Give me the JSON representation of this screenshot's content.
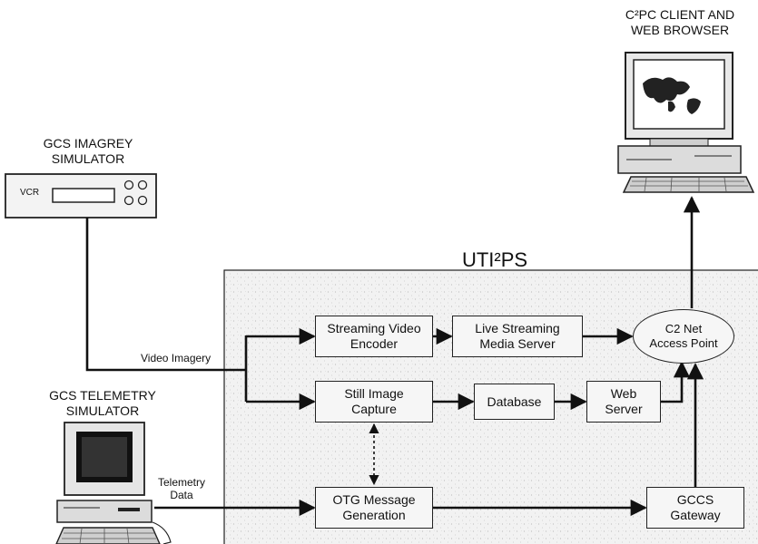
{
  "title": "UTI²PS",
  "colors": {
    "line": "#111111",
    "region_fill": "#f2f2f2",
    "box_fill": "#f6f6f6"
  },
  "devices": {
    "client": {
      "label_line1": "C²PC CLIENT AND",
      "label_line2": "WEB BROWSER",
      "icon": "desktop-computer-icon"
    },
    "imagery_sim": {
      "label_line1": "GCS IMAGREY",
      "label_line2": "SIMULATOR",
      "screen_text": "VCR",
      "icon": "vcr-icon"
    },
    "telemetry_sim": {
      "label_line1": "GCS TELEMETRY",
      "label_line2": "SIMULATOR",
      "icon": "computer-terminal-icon"
    }
  },
  "edge_labels": {
    "video_imagery": "Video Imagery",
    "telemetry_line1": "Telemetry",
    "telemetry_line2": "Data"
  },
  "nodes": {
    "encoder": "Streaming Video\nEncoder",
    "media_server": "Live Streaming\nMedia Server",
    "access_point": "C2 Net\nAccess Point",
    "still_capture": "Still Image\nCapture",
    "database": "Database",
    "web_server": "Web\nServer",
    "otg": "OTG Message\nGeneration",
    "gccs": "GCCS\nGateway"
  }
}
